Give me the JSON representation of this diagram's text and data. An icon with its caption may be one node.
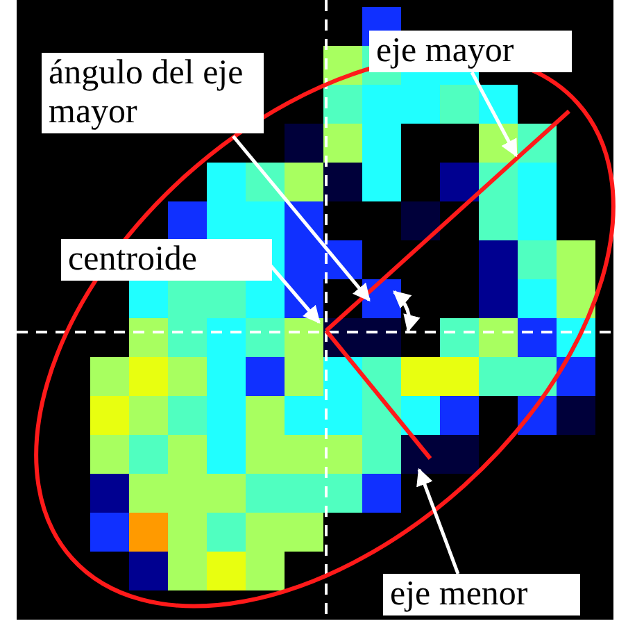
{
  "diagram": {
    "nodes": [
      {
        "text": [
          "ángulo del eje mayor"
        ]
      },
      {
        "text": [
          "eje mayor"
        ]
      },
      {
        "text": [
          "centroide"
        ]
      },
      {
        "text": [
          "eje menor"
        ]
      }
    ],
    "edges": [
      {
        "from": 0,
        "to": null,
        "arrow": "to"
      },
      {
        "from": 1,
        "to": null,
        "arrow": "to"
      },
      {
        "from": 2,
        "to": null,
        "arrow": "to"
      },
      {
        "from": 3,
        "to": null,
        "arrow": "to"
      }
    ]
  }
}
